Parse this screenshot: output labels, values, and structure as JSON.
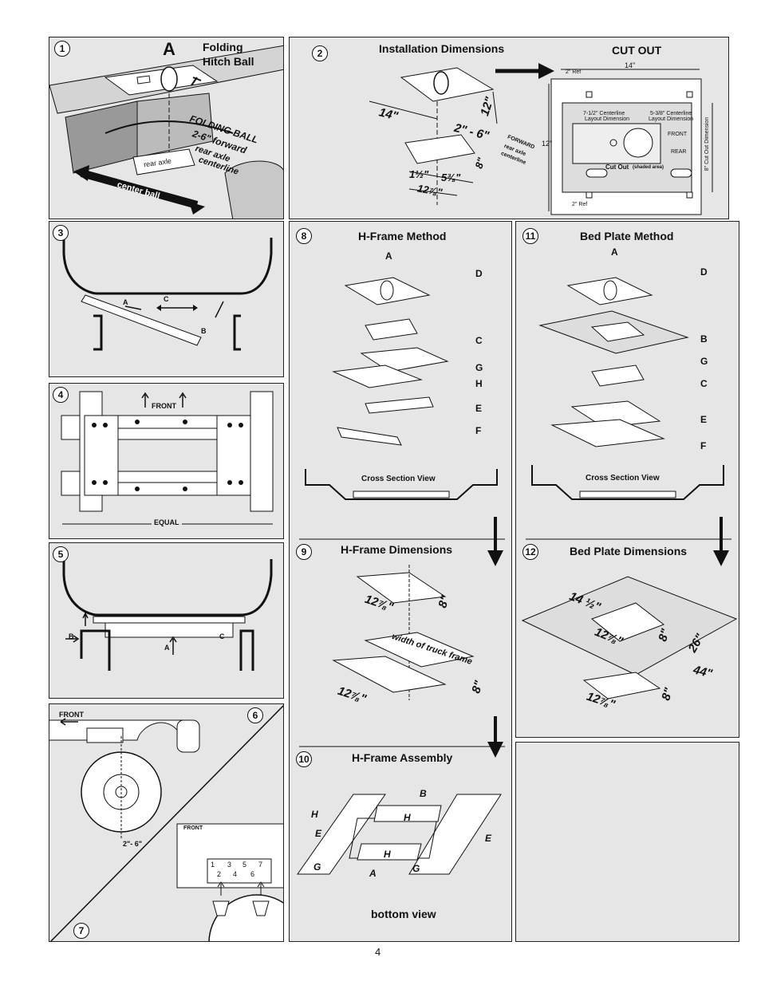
{
  "page_number": "4",
  "p1": {
    "num": "1",
    "letter": "A",
    "title_l1": "Folding",
    "title_l2": "Hitch Ball",
    "rear_axle": "rear axle",
    "center_ball": "center ball",
    "note_l1": "FOLDING BALL",
    "note_l2": "2-6\" forward",
    "note_l3": "rear axle",
    "note_l4": "centerline"
  },
  "p2": {
    "num": "2",
    "title": "Installation Dimensions",
    "d14": "14\"",
    "d12": "12\"",
    "d26": "2\" - 6\"",
    "fwd_l1": "FORWARD",
    "fwd_l2": "rear axle",
    "fwd_l3": "centerline",
    "d8": "8\"",
    "d1half": "1½\"",
    "d58": "5⅜\"",
    "d1278": "12⅞\""
  },
  "cutout": {
    "title": "CUT OUT",
    "w": "14\"",
    "h": "12\"",
    "ref_top": "2\" Ref",
    "ref_bot": "2\" Ref",
    "cl1_l1": "7-1/2\" Centerline",
    "cl1_l2": "Layout Dimension",
    "cl2_l1": "5-3/8\" Centerline",
    "cl2_l2": "Layout Dimension",
    "front": "FRONT",
    "rear": "REAR",
    "cut_label": "Cut Out",
    "shaded": "(shaded area)",
    "side_dim": "8\" Cut Out Dimension"
  },
  "p3": {
    "num": "3",
    "a": "A",
    "b": "B",
    "c": "C"
  },
  "p4": {
    "num": "4",
    "front": "FRONT",
    "equal": "EQUAL"
  },
  "p5": {
    "num": "5",
    "a": "A",
    "b": "B",
    "c": "C"
  },
  "p6": {
    "num": "6",
    "front": "FRONT",
    "dim": "2\"- 6\""
  },
  "p7": {
    "num": "7",
    "front": "FRONT",
    "h1": "1",
    "h2": "2",
    "h3": "3",
    "h4": "4",
    "h5": "5",
    "h6": "6",
    "h7": "7"
  },
  "p8": {
    "num": "8",
    "title": "H-Frame Method",
    "a": "A",
    "d": "D",
    "c": "C",
    "g": "G",
    "h": "H",
    "e": "E",
    "f": "F",
    "cross": "Cross Section View"
  },
  "p9": {
    "num": "9",
    "title": "H-Frame Dimensions",
    "d1278a": "12⅞\"",
    "d8a": "8\"",
    "width": "width of truck frame",
    "d1278b": "12⅞\"",
    "d8b": "8\""
  },
  "p10": {
    "num": "10",
    "title": "H-Frame Assembly",
    "b": "B",
    "h1": "H",
    "h2": "H",
    "h3": "H",
    "e1": "E",
    "e2": "E",
    "g1": "G",
    "g2": "G",
    "a": "A",
    "bottom": "bottom view"
  },
  "p11": {
    "num": "11",
    "title": "Bed Plate Method",
    "a": "A",
    "d": "D",
    "b": "B",
    "g": "G",
    "c": "C",
    "e": "E",
    "f": "F",
    "cross": "Cross Section View"
  },
  "p12": {
    "num": "12",
    "title": "Bed Plate Dimensions",
    "d14": "14 ½\"",
    "d1278": "12⅞\"",
    "d8": "8\"",
    "d26": "26\"",
    "d44": "44\"",
    "d1278b": "12⅞\"",
    "d8b": "8\""
  }
}
